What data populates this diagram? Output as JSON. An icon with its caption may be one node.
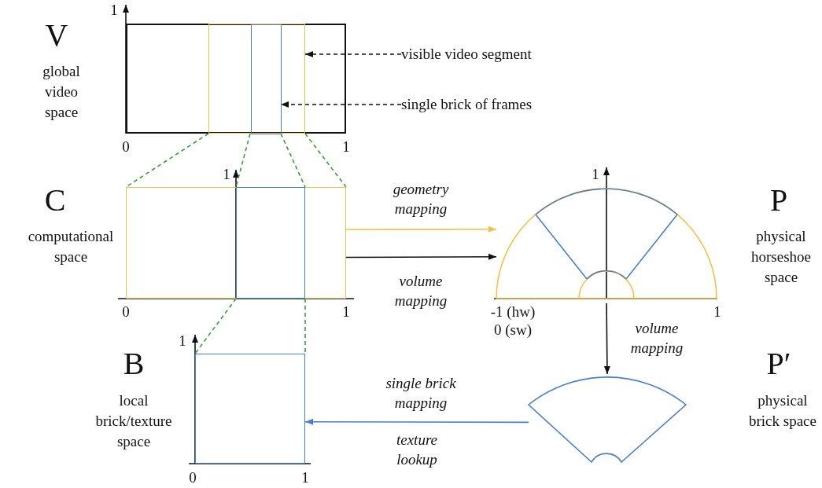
{
  "diagram": {
    "nodes": [
      {
        "text": [
          "V",
          "global video space"
        ]
      },
      {
        "text": [],
        "shape": "box",
        "in": 0
      },
      {
        "text": [],
        "shape": "box",
        "in": 1
      },
      {
        "text": [
          "visible video segment"
        ]
      },
      {
        "text": [
          "single brick of frames"
        ]
      },
      {
        "text": [
          "C",
          "computational space"
        ]
      },
      {
        "text": [],
        "shape": "box",
        "in": 5
      },
      {
        "text": [
          "P",
          "physical horseshoe space"
        ]
      },
      {
        "text": [
          "P′",
          "physical brick space"
        ]
      },
      {
        "text": [
          "B",
          "local brick/texture space"
        ]
      }
    ],
    "edges": [
      {
        "from": 3,
        "to": 1,
        "arrow": "to",
        "style": "dashed",
        "color": "#111111"
      },
      {
        "from": 4,
        "to": 2,
        "arrow": "to",
        "style": "dashed",
        "color": "#111111"
      },
      {
        "from": 1,
        "to": 5,
        "arrow": "none",
        "style": "dashed",
        "color": "#3c9a3c"
      },
      {
        "from": 1,
        "to": 5,
        "arrow": "none",
        "style": "dashed",
        "color": "#3c9a3c"
      },
      {
        "from": 2,
        "to": 6,
        "arrow": "none",
        "style": "dashed",
        "color": "#3c9a3c"
      },
      {
        "from": 2,
        "to": 6,
        "arrow": "none",
        "style": "dashed",
        "color": "#3c9a3c"
      },
      {
        "from": 6,
        "to": 9,
        "arrow": "none",
        "style": "dashed",
        "color": "#3c9a3c"
      },
      {
        "from": 6,
        "to": 9,
        "arrow": "none",
        "style": "dashed",
        "color": "#3c9a3c"
      },
      {
        "from": 5,
        "to": 7,
        "arrow": "to",
        "label": "geometry mapping",
        "color": "#f2c04a"
      },
      {
        "from": 5,
        "to": 7,
        "arrow": "to",
        "label": "volume mapping",
        "color": "#111111"
      },
      {
        "from": 7,
        "to": 8,
        "arrow": "to",
        "label": "volume mapping",
        "color": "#111111"
      },
      {
        "from": 8,
        "to": 9,
        "arrow": "to",
        "label": "single brick mapping",
        "color": "#4a7fc8"
      }
    ],
    "labels": [
      "1",
      "0",
      "1",
      "1",
      "1",
      "0",
      "1",
      "-1 (hw)",
      "1",
      "0 (sw)",
      "1",
      "texture lookup",
      "0",
      "1"
    ]
  }
}
